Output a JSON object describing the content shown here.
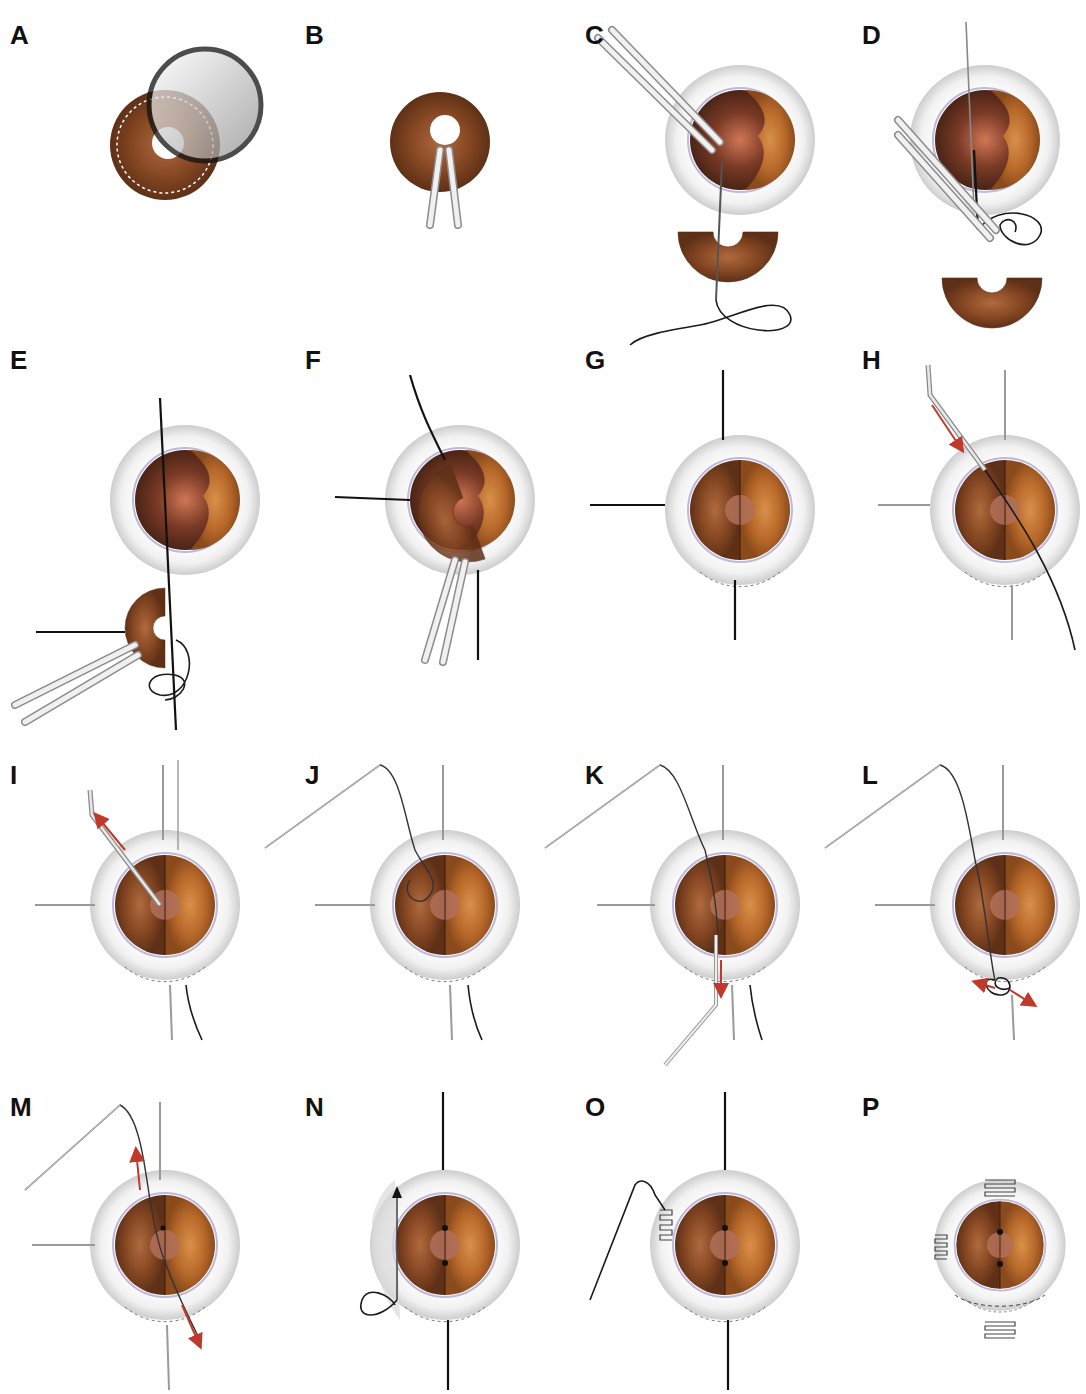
{
  "diagram": {
    "labels": [
      "A",
      "B",
      "C",
      "D",
      "E",
      "F",
      "G",
      "H",
      "I",
      "J",
      "K",
      "L",
      "M",
      "N",
      "O",
      "P"
    ]
  }
}
